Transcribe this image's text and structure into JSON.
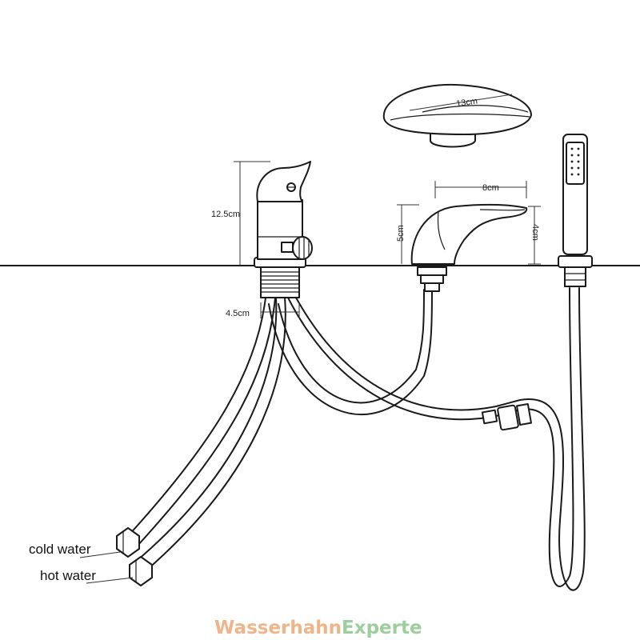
{
  "dimensions": {
    "mixer_height": "12.5cm",
    "mixer_diameter": "4.5cm",
    "spout_top": "13cm",
    "spout_length": "8cm",
    "spout_height": "5cm",
    "spout_depth": "4cm"
  },
  "labels": {
    "cold_water": "cold water",
    "hot_water": "hot water"
  },
  "watermark": {
    "part1": "Wasserhahn",
    "part2": "Experte",
    "color1": "#f0b48a",
    "color2": "#9ccf9c"
  }
}
